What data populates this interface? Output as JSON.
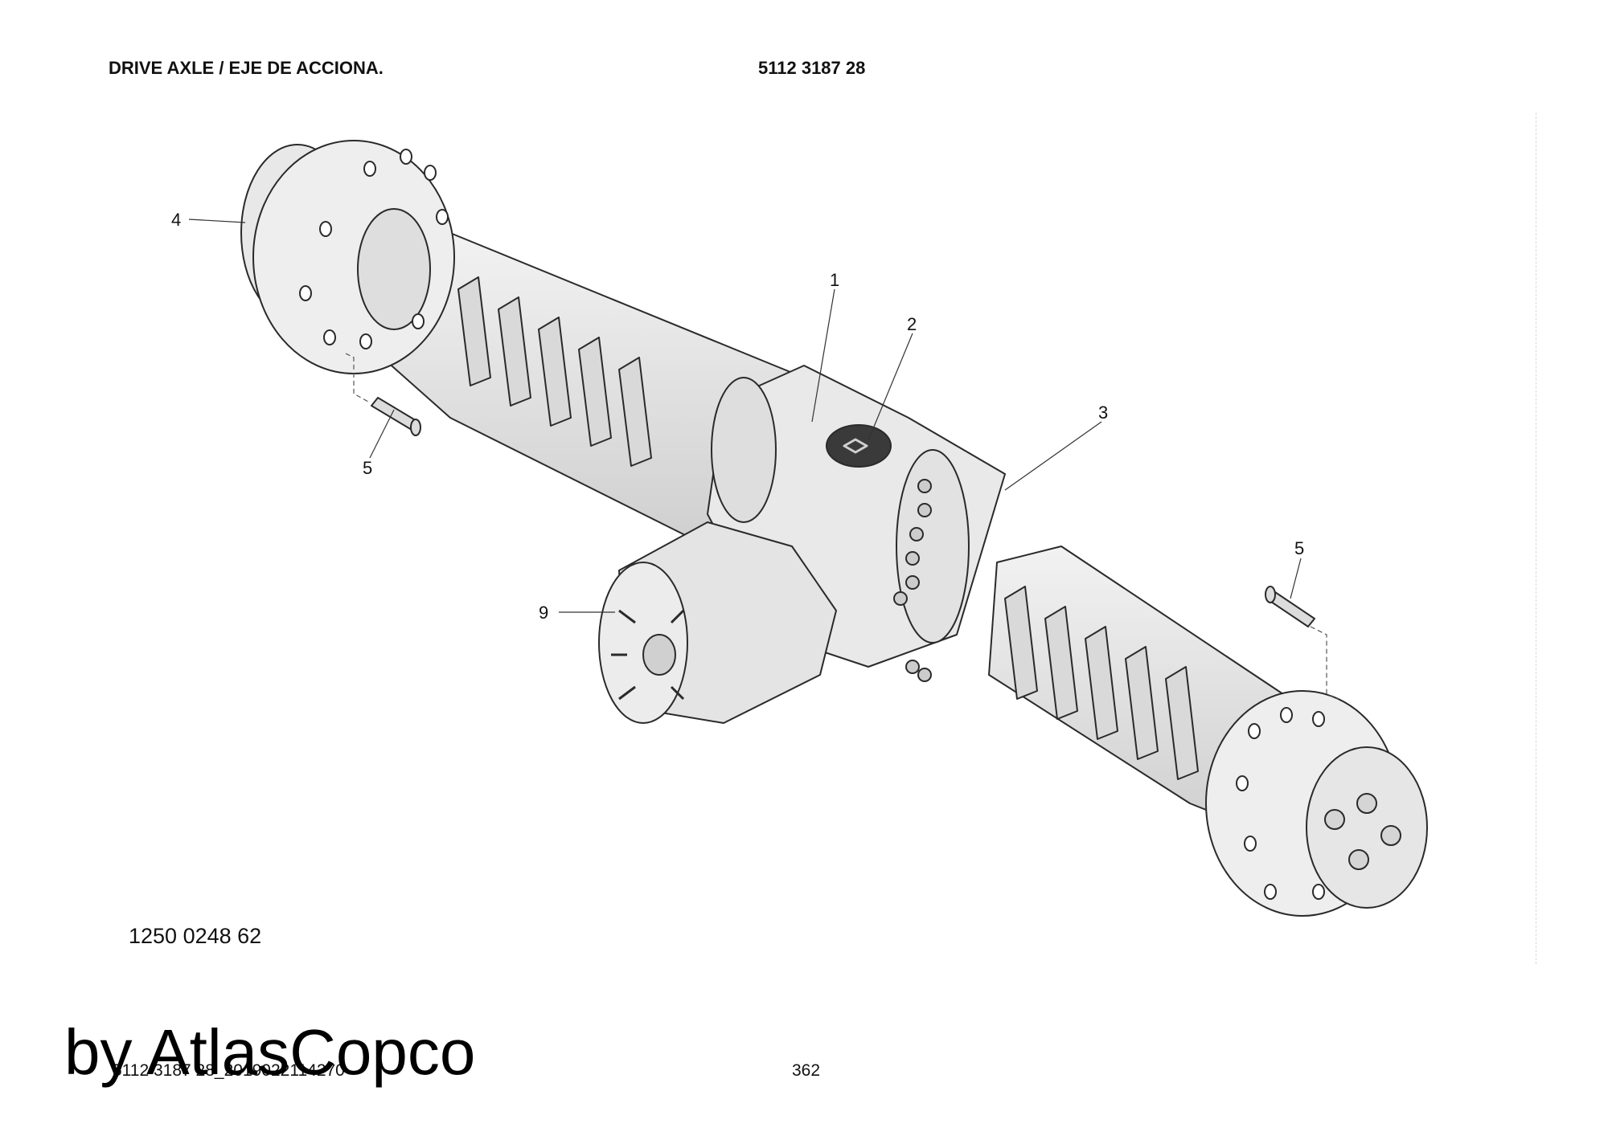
{
  "header": {
    "title": "DRIVE AXLE / EJE DE ACCIONA.",
    "part_number": "5112 3187 28"
  },
  "diagram": {
    "callouts": [
      "1",
      "2",
      "3",
      "4",
      "5",
      "5",
      "9"
    ],
    "colors": {
      "part_fill": "#e6e6e6",
      "part_shade": "#cfcfcf",
      "outline": "#2a2a2a"
    }
  },
  "reference_number": "1250 0248 62",
  "footer": {
    "file_name": "5112 3187 28_2019022114270",
    "page_number": "362"
  },
  "watermark": "by AtlasCopco"
}
